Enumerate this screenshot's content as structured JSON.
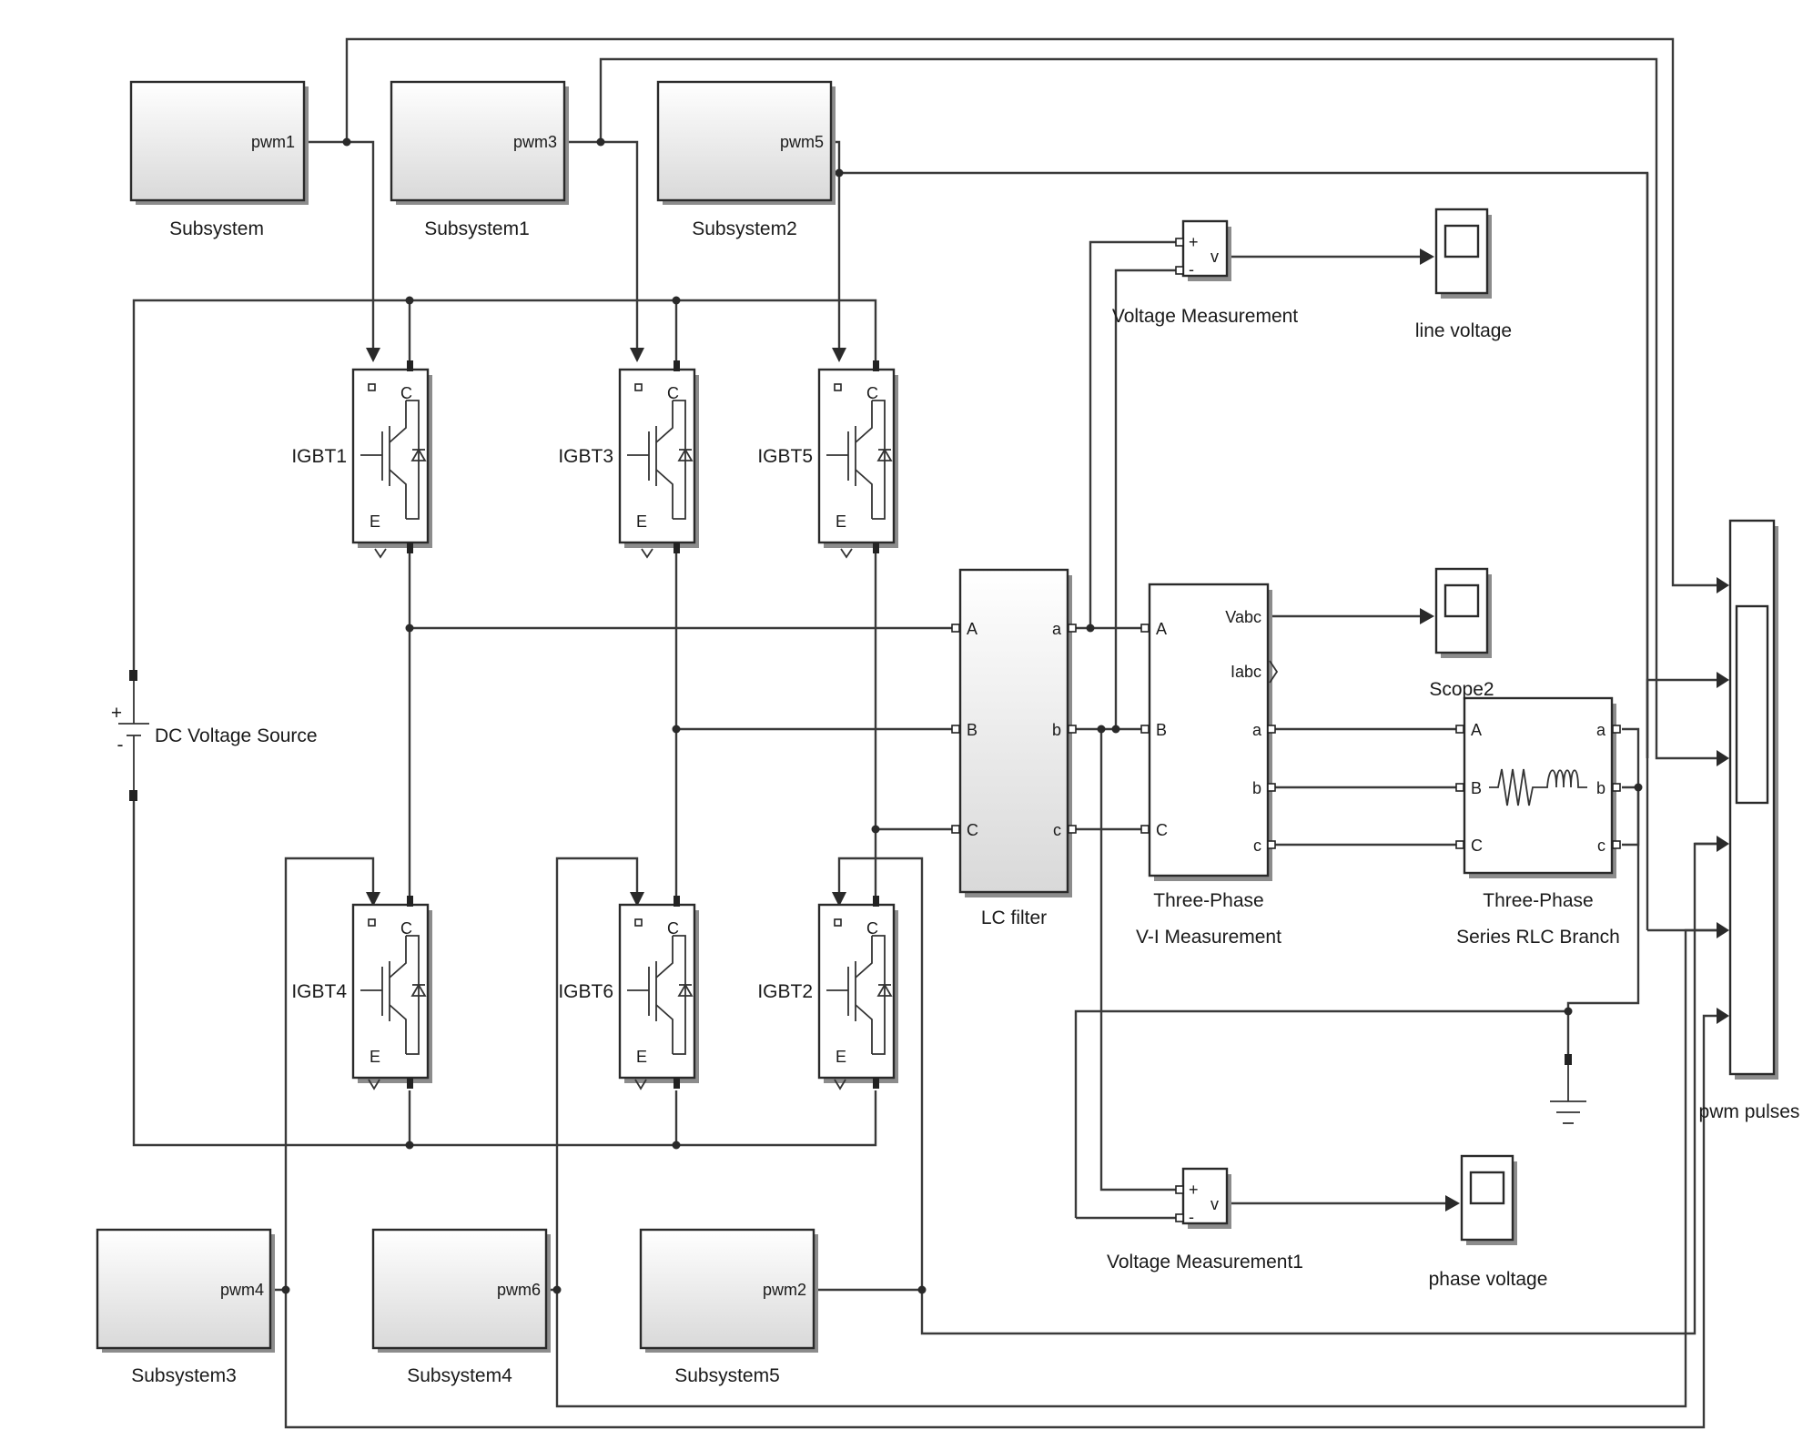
{
  "subsystems": [
    {
      "name": "Subsystem",
      "port": "pwm1"
    },
    {
      "name": "Subsystem1",
      "port": "pwm3"
    },
    {
      "name": "Subsystem2",
      "port": "pwm5"
    },
    {
      "name": "Subsystem3",
      "port": "pwm4"
    },
    {
      "name": "Subsystem4",
      "port": "pwm6"
    },
    {
      "name": "Subsystem5",
      "port": "pwm2"
    }
  ],
  "igbts": [
    "IGBT1",
    "IGBT3",
    "IGBT5",
    "IGBT4",
    "IGBT6",
    "IGBT2"
  ],
  "igbt_terminals": {
    "collector": "C",
    "emitter": "E"
  },
  "dc_source": {
    "name": "DC Voltage Source",
    "plus": "+",
    "minus": "-"
  },
  "lc_filter": {
    "name": "LC filter",
    "in_ports": [
      "A",
      "B",
      "C"
    ],
    "out_ports": [
      "a",
      "b",
      "c"
    ]
  },
  "vi_measurement": {
    "name_line1": "Three-Phase",
    "name_line2": "V-I Measurement",
    "in_ports": [
      "A",
      "B",
      "C"
    ],
    "out_ports": [
      "Vabc",
      "Iabc",
      "a",
      "b",
      "c"
    ]
  },
  "rlc_branch": {
    "name_line1": "Three-Phase",
    "name_line2": "Series RLC Branch",
    "in_ports": [
      "A",
      "B",
      "C"
    ],
    "out_ports": [
      "a",
      "b",
      "c"
    ]
  },
  "voltage_measurements": [
    {
      "name": "Voltage Measurement",
      "plus": "+",
      "minus": "-",
      "out": "v"
    },
    {
      "name": "Voltage Measurement1",
      "plus": "+",
      "minus": "-",
      "out": "v"
    }
  ],
  "scopes": [
    "line voltage",
    "Scope2",
    "phase voltage",
    "pwm pulses"
  ]
}
